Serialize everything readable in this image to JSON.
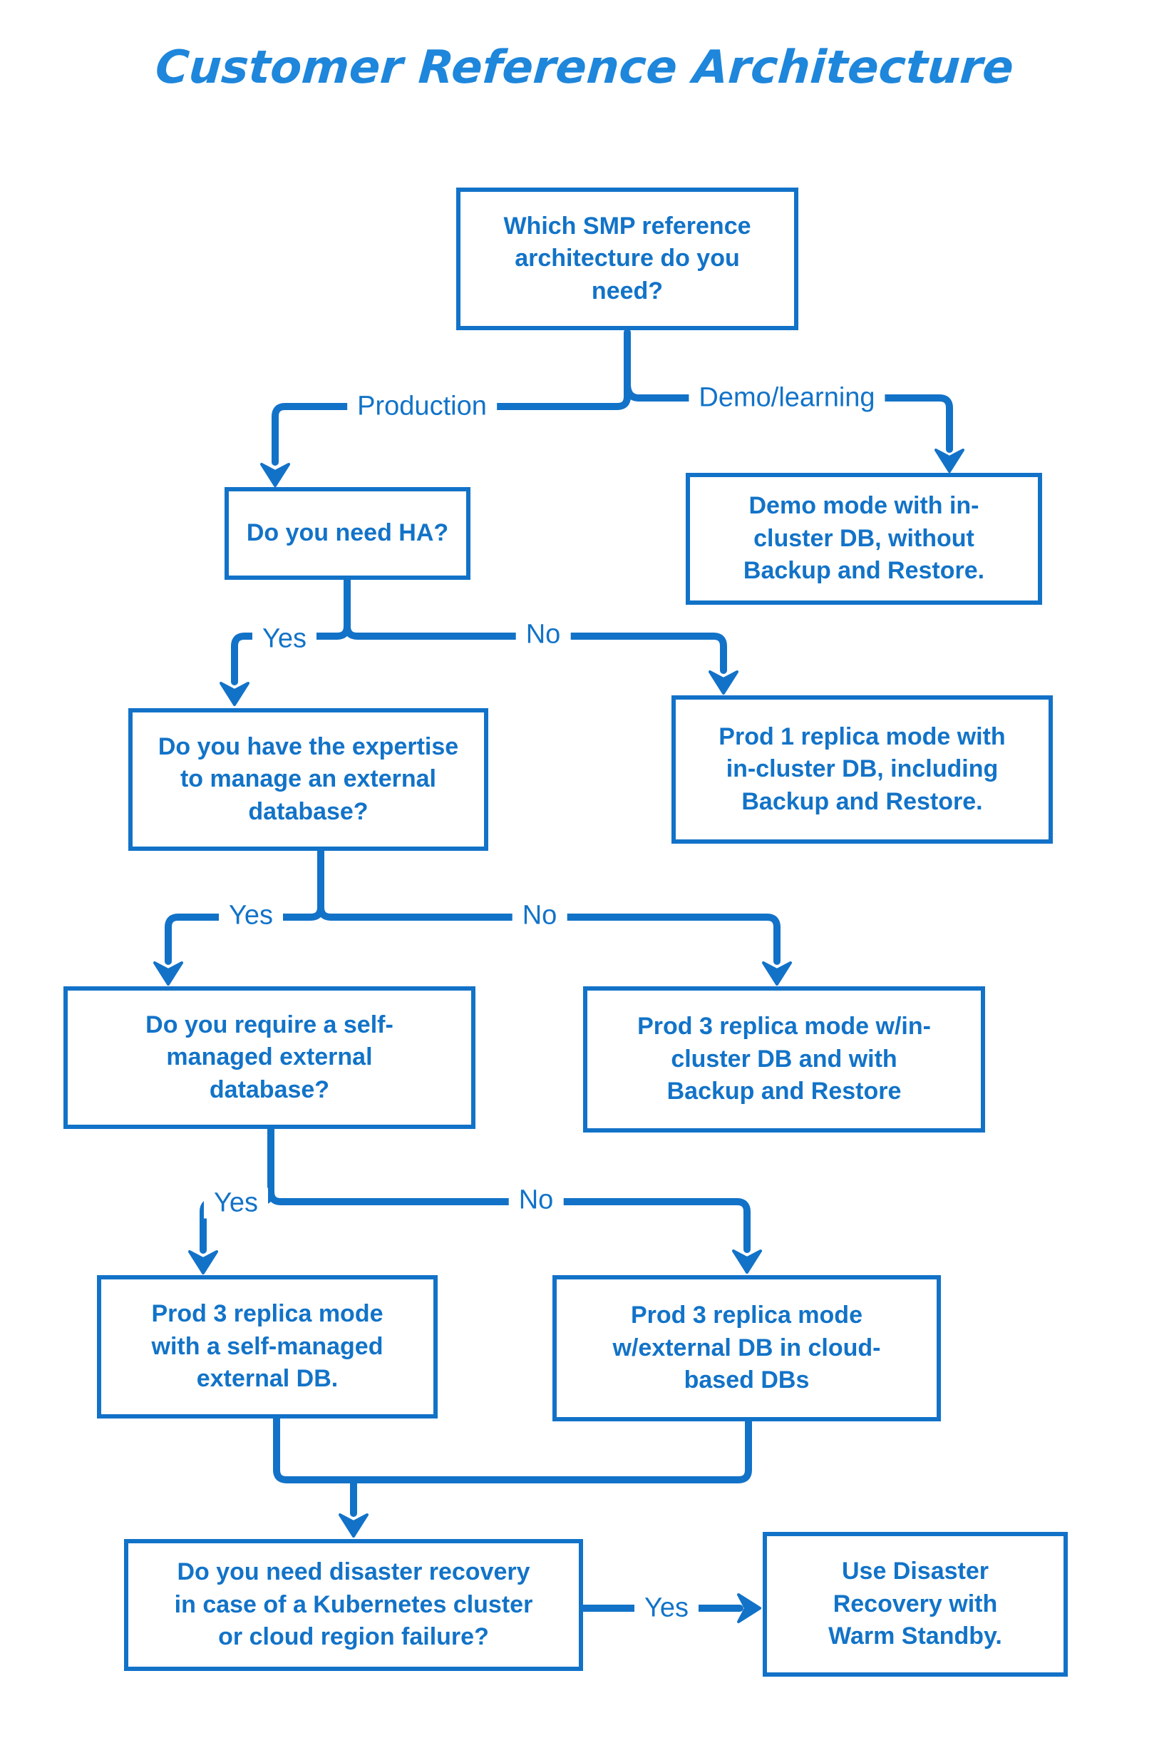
{
  "title": "Customer Reference Architecture",
  "colors": {
    "diagram_blue": "#1272c8",
    "title_blue": "#1e86db",
    "background": "#ffffff",
    "node_fill": "#ffffff"
  },
  "nodes": {
    "q_which": {
      "text": "Which SMP reference\narchitecture do you\nneed?"
    },
    "q_ha": {
      "text": "Do you need HA?"
    },
    "r_demo": {
      "text": "Demo mode with in-\ncluster DB, without\nBackup and Restore."
    },
    "q_expertise": {
      "text": "Do you have the expertise\nto manage an external\ndatabase?"
    },
    "r_prod1": {
      "text": "Prod 1 replica mode with\nin-cluster DB, including\nBackup and Restore."
    },
    "q_self_managed": {
      "text": "Do you require a self-\nmanaged external\ndatabase?"
    },
    "r_prod3_incluster": {
      "text": "Prod 3 replica mode w/in-\ncluster DB and with\nBackup and Restore"
    },
    "r_prod3_self": {
      "text": "Prod 3 replica mode\nwith a self-managed\nexternal DB."
    },
    "r_prod3_cloud": {
      "text": "Prod 3 replica mode\nw/external DB in cloud-\nbased DBs"
    },
    "q_dr": {
      "text": "Do you need disaster recovery\nin case of a Kubernetes cluster\nor cloud region failure?"
    },
    "r_dr": {
      "text": "Use Disaster\nRecovery with\nWarm Standby."
    }
  },
  "labels": {
    "production": "Production",
    "demo_learning": "Demo/learning",
    "ha_yes": "Yes",
    "ha_no": "No",
    "expertise_yes": "Yes",
    "expertise_no": "No",
    "self_yes": "Yes",
    "self_no": "No",
    "dr_yes": "Yes"
  }
}
